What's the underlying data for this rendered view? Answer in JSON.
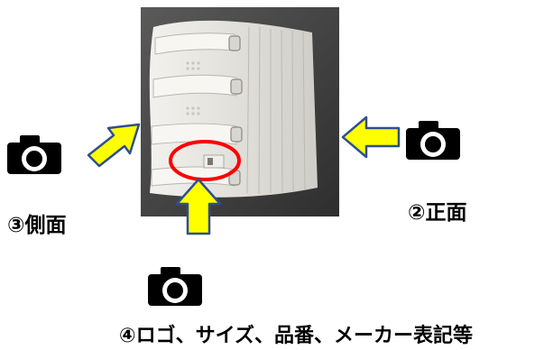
{
  "labels": {
    "side": "③側面",
    "front": "②正面",
    "bottom": "④ロゴ、サイズ、品番、メーカー表記等"
  },
  "icons": {
    "camera": "camera-icon",
    "arrow": "arrow-icon"
  },
  "colors": {
    "arrow_fill": "#ffff00",
    "arrow_stroke": "#2f4f8f",
    "circle": "#ff0000",
    "photo_bg": "#4a4a4a",
    "brace": "#e8e6e1"
  }
}
